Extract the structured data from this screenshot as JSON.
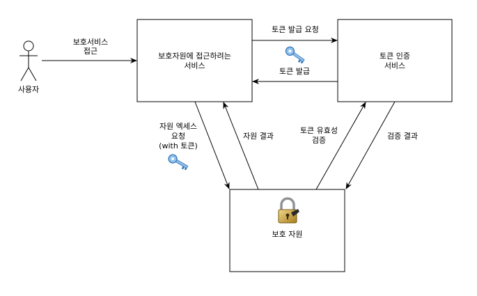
{
  "actor": {
    "label": "사용자"
  },
  "nodes": {
    "service": {
      "line1": "보호자원에 접근하려는",
      "line2": "서비스"
    },
    "auth": {
      "line1": "토큰 인증",
      "line2": "서비스"
    },
    "resource": {
      "label": "보호 자원"
    }
  },
  "edges": {
    "access": {
      "line1": "보호서비스",
      "line2": "접근"
    },
    "token_request": {
      "label": "토큰 발급 요청"
    },
    "token_issue": {
      "label": "토큰 발급"
    },
    "resource_access": {
      "line1": "자원 엑세스",
      "line2": "요청",
      "line3": "(with 토큰)"
    },
    "resource_result": {
      "label": "자원 결과"
    },
    "token_validate": {
      "line1": "토큰 유효성",
      "line2": "검증"
    },
    "validate_result": {
      "label": "검증 결과"
    }
  },
  "icons": {
    "key_top": "key-icon",
    "key_left": "key-icon",
    "lock": "padlock-icon"
  },
  "colors": {
    "key_blue": "#5b9bd5",
    "lock_body": "#c8a24a",
    "lock_shackle": "#9aa0a6"
  }
}
